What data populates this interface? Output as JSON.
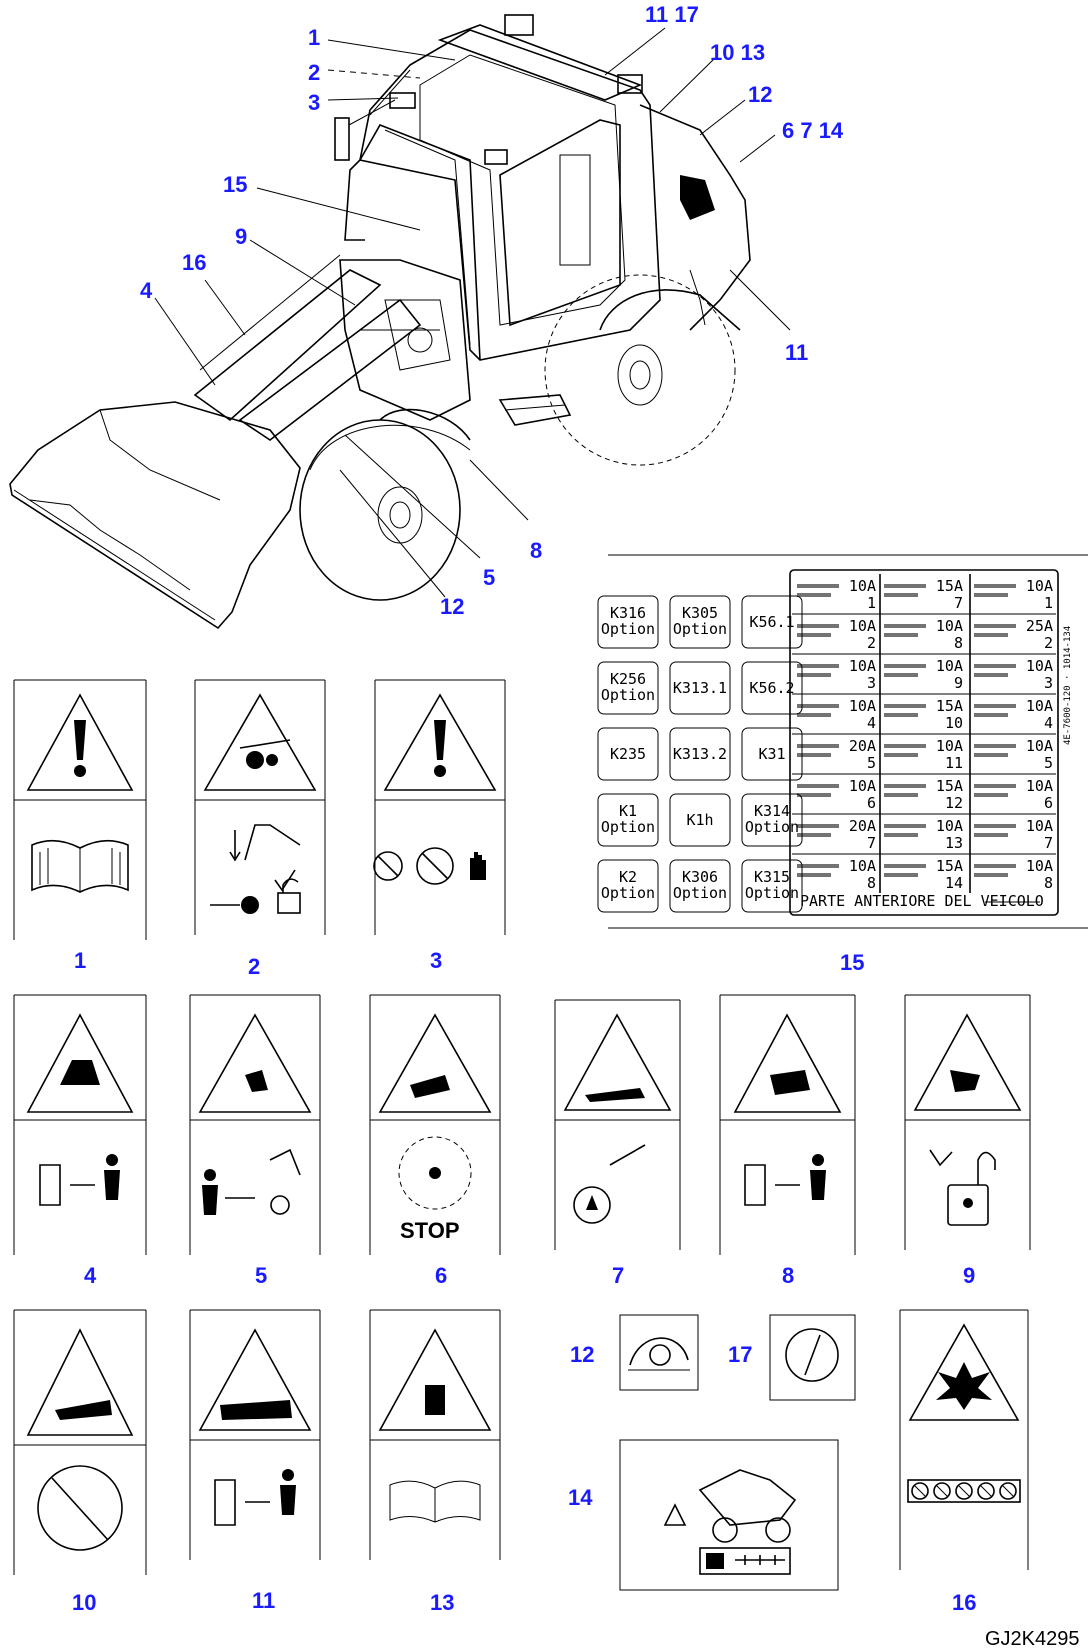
{
  "drawing_code": "GJ2K4295",
  "machine_callouts": [
    "1",
    "2",
    "3",
    "4",
    "5",
    "6",
    "7",
    "8",
    "9",
    "10",
    "11",
    "12",
    "13",
    "14",
    "15",
    "16",
    "17"
  ],
  "machine_callout_groups": {
    "top_11_17": "11 17",
    "top_10_13": "10 13",
    "right_12": "12",
    "right_6_7_14": "6 7  14"
  },
  "label_callouts": [
    "1",
    "2",
    "3",
    "4",
    "5",
    "6",
    "7",
    "8",
    "9",
    "10",
    "11",
    "12",
    "13",
    "14",
    "15",
    "16",
    "17"
  ],
  "label_15": {
    "buttons": [
      [
        "K316 Option",
        "K305 Option",
        "K56.1"
      ],
      [
        "K256 Option",
        "K313.1",
        "K56.2"
      ],
      [
        "K235",
        "K313.2",
        "K31"
      ],
      [
        "K1 Option",
        "K1h",
        "K314 Option"
      ],
      [
        "K2 Option",
        "K306 Option",
        "K315 Option"
      ]
    ],
    "fuse_values": [
      [
        "10A",
        "15A",
        "10A"
      ],
      [
        "10A",
        "10A",
        "25A"
      ],
      [
        "10A",
        "10A",
        "10A"
      ],
      [
        "10A",
        "15A",
        "10A"
      ],
      [
        "20A",
        "10A",
        "10A"
      ],
      [
        "10A",
        "15A",
        "10A"
      ],
      [
        "20A",
        "10A",
        "10A"
      ],
      [
        "10A",
        "15A",
        "10A"
      ]
    ],
    "fuse_numbers": [
      [
        "1",
        "7",
        "1"
      ],
      [
        "2",
        "8",
        "2"
      ],
      [
        "3",
        "9",
        "3"
      ],
      [
        "4",
        "10",
        "4"
      ],
      [
        "5",
        "11",
        "5"
      ],
      [
        "6",
        "12",
        "6"
      ],
      [
        "7",
        "13",
        "7"
      ],
      [
        "8",
        "14",
        "8"
      ]
    ],
    "footer_text": "PARTE ANTERIORE DEL VEICOLO",
    "side_code": "4E-7600-120 · 1014-134"
  },
  "label_6_stop": "STOP"
}
